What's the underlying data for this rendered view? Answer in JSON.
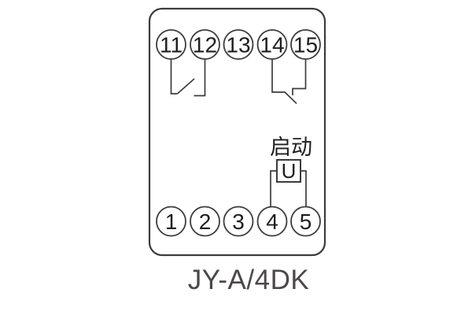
{
  "diagram": {
    "model_label": "JY-A/4DK",
    "start_label": "启动",
    "component_symbol": "U",
    "terminals": {
      "top": [
        "11",
        "12",
        "13",
        "14",
        "15"
      ],
      "bottom": [
        "1",
        "2",
        "3",
        "4",
        "5"
      ]
    },
    "connections": [
      {
        "type": "normally-open-contact",
        "between": [
          "11",
          "12"
        ]
      },
      {
        "type": "normally-open-contact",
        "between": [
          "14",
          "15"
        ]
      },
      {
        "type": "voltage-element",
        "symbol": "U",
        "label": "启动",
        "between": [
          "4",
          "5"
        ]
      }
    ],
    "colors": {
      "line": "#3c3c3c",
      "digit": "#1e1e1e",
      "label": "#4c4848",
      "background": "#ffffff"
    }
  }
}
